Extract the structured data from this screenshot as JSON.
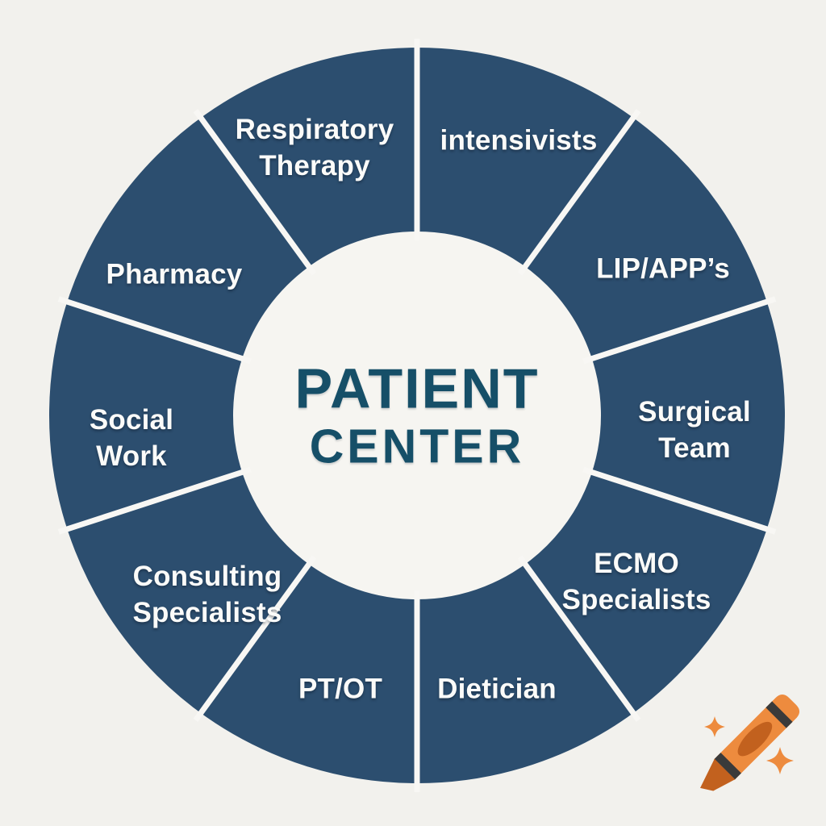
{
  "page": {
    "background_color": "#f2f1ed"
  },
  "diagram": {
    "type": "circular-team-wheel",
    "center": {
      "title_line1": "PATIENT",
      "title_line2": "CENTER",
      "text_color": "#164f68",
      "circle_color": "#f6f5f1"
    },
    "ring": {
      "color": "#2c4e6f",
      "divider_color": "#f8f7f4",
      "segment_count": 10
    },
    "label_color": "#fbfbf9",
    "segments": [
      {
        "label": "intensivists"
      },
      {
        "label": "LIP/APP’s"
      },
      {
        "label": "Surgical\nTeam"
      },
      {
        "label": "ECMO\nSpecialists"
      },
      {
        "label": "Dietician"
      },
      {
        "label": "PT/OT"
      },
      {
        "label": "Consulting\nSpecialists"
      },
      {
        "label": "Social\nWork"
      },
      {
        "label": "Pharmacy"
      },
      {
        "label": "Respiratory\nTherapy"
      }
    ]
  },
  "watermark": {
    "icon": "crayon-icon",
    "crayon_body_color": "#ED8B3E",
    "crayon_accent_color": "#C2611E",
    "crayon_stripe_color": "#3A3A3A",
    "sparkle_color": "#ED8B3E"
  }
}
